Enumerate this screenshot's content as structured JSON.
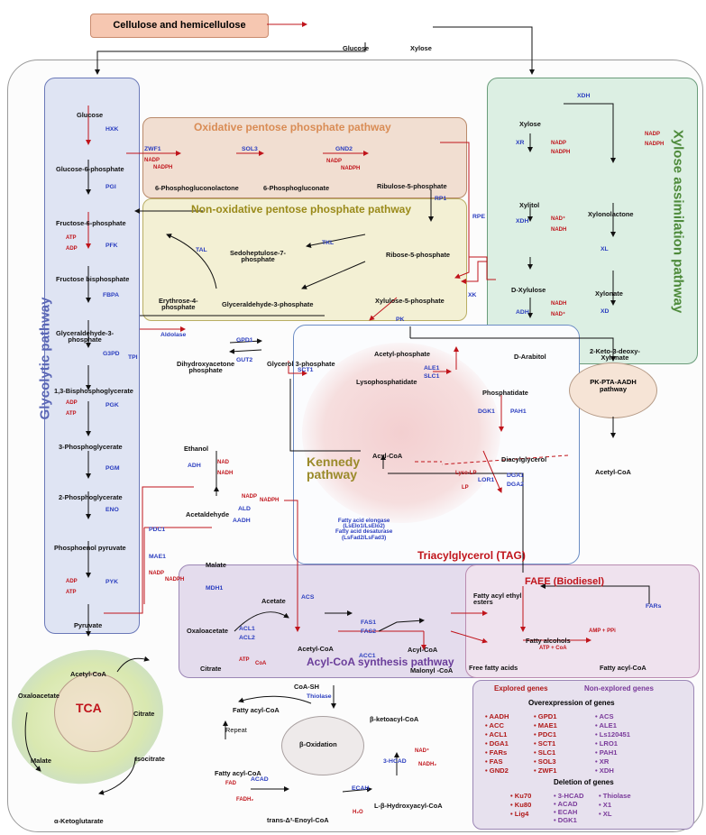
{
  "source_box": {
    "label": "Cellulose and hemicellulose"
  },
  "top": {
    "glucose": "Glucose",
    "xylose": "Xylose"
  },
  "pathways": {
    "glycolytic": "Glycolytic pathway",
    "ox_ppp": "Oxidative pentose phosphate pathway",
    "nonox_ppp": "Non-oxidative pentose phosphate pathway",
    "xylose": "Xylose assimilation pathway",
    "kennedy": "Kennedy\npathway",
    "tag": "Triacylglycerol (TAG)",
    "acoa": "Acyl-CoA synthesis pathway",
    "faee": "FAEE (Biodiesel)",
    "pk": "PK-PTA-AADH\npathway",
    "tca": "TCA",
    "beta": "β-Oxidation"
  },
  "glycolysis": {
    "metabolites": [
      "Glucose",
      "Glucose-6-phosphate",
      "Fructose-6-phosphate",
      "Fructose bisphosphate",
      "Glyceraldehyde-3-\nphosphate",
      "1,3-Bisphosphoglycerate",
      "3-Phosphoglycerate",
      "2-Phosphoglycerate",
      "Phosphoenol pyruvate",
      "Pyruvate",
      "Acetyl-CoA"
    ],
    "enzymes": [
      "HXK",
      "PGI",
      "PFK",
      "FBPA",
      "G3PD",
      "PGK",
      "PGM",
      "ENO",
      "PYK",
      "TPI"
    ]
  },
  "ox_ppp": {
    "metabolites": [
      "6-Phosphogluconolactone",
      "6-Phosphogluconate",
      "Ribulose-5-phosphate"
    ],
    "enzymes": [
      "ZWF1",
      "SOL3",
      "GND2",
      "RPE",
      "RP1"
    ]
  },
  "nonox_ppp": {
    "metabolites": [
      "Sedoheptulose-7-\nphosphate",
      "Ribose-5-phosphate",
      "Erythrose-4-\nphosphate",
      "Glyceraldehyde-3-phosphate",
      "Xylulose-5-phosphate"
    ],
    "enzymes": [
      "TAL",
      "TKL",
      "XK",
      "PK"
    ]
  },
  "xylose_path": {
    "metabolites": [
      "Xylose",
      "Xylitol",
      "Xylonolactone",
      "D-Xylulose",
      "Xylonate",
      "D-Arabitol",
      "2-Keto-3-deoxy-\nXylonate"
    ],
    "enzymes": [
      "XDH",
      "XR",
      "XDH",
      "XL",
      "ADH",
      "XD"
    ]
  },
  "cofactors": {
    "nadp": "NADP",
    "nadph": "NADPH",
    "nad": "NAD⁺",
    "nadh": "NADH",
    "nad_plain": "NAD",
    "atp": "ATP",
    "adp": "ADP",
    "coa": "CoA",
    "fad": "FAD",
    "fadh2": "FADH₂",
    "h2o": "H₂O",
    "nadh2": "NADH₂",
    "amp_ppi": "AMP + PPi",
    "atp_coa": "ATP + CoA",
    "lyso_lp": "Lyso-LP",
    "lp": "LP"
  },
  "middle": {
    "dhap": "Dihydroxyacetone\nphosphate",
    "g3p": "Glycerol 3-phosphate",
    "gpd1": "GPD1",
    "gut2": "GUT2",
    "aldolase": "Aldolase",
    "acetyl_phosphate": "Acetyl-phosphate",
    "ethanol": "Ethanol",
    "acetaldehyde": "Acetaldehyde",
    "malate": "Malate",
    "adh": "ADH",
    "ald": "ALD",
    "aadh": "AADH",
    "pdc1": "PDC1",
    "mae1": "MAE1",
    "mdh1": "MDH1"
  },
  "kennedy_box": {
    "lysophosphatidate": "Lysophosphatidate",
    "phosphatidate": "Phosphatidate",
    "acyl_coa": "Acyl-CoA",
    "diacylglycerol": "Diacylglycerol",
    "sct1": "SCT1",
    "ale1": "ALE1",
    "slc1": "SLC1",
    "dgk1": "DGK1",
    "pah1": "PAH1",
    "lor1": "LOR1",
    "dga1": "DGA1",
    "dga2": "DGA2",
    "elongase": "Fatty acid elongase\n(LsElo1/LsElo2)\nFatty acid desaturase\n(LsFad2/LsFad3)"
  },
  "pk_side": {
    "acetyl_coa": "Acetyl-CoA"
  },
  "acoa_box": {
    "oxaloacetate": "Oxaloacetate",
    "citrate": "Citrate",
    "acetate": "Acetate",
    "acetyl_coa": "Acetyl-CoA",
    "acyl_coa": "Acyl-CoA",
    "malonyl_coa": "Malonyl -CoA",
    "acs": "ACS",
    "acl1": "ACL1",
    "acl2": "ACL2",
    "fas1": "FAS1",
    "fas2": "FAS2",
    "acc1": "ACC1",
    "coa_sh": "CoA-SH"
  },
  "faee_box": {
    "esters": "Fatty acyl ethyl\nesters",
    "alcohols": "Fatty alcohols",
    "ffa": "Free fatty acids",
    "facoa": "Fatty acyl-CoA",
    "fars": "FARs"
  },
  "tca_area": {
    "oxaloacetate": "Oxaloacetate",
    "citrate": "Citrate",
    "isocitrate": "Isocitrate",
    "malate": "Malate",
    "akg": "α-Ketoglutarate"
  },
  "beta_ox": {
    "thiolase": "Thiolase",
    "repeat": "Repeat",
    "facoa1": "Fatty acyl-CoA",
    "facoa2": "Fatty acyl-CoA",
    "bketo": "β-ketoacyl-CoA",
    "trans": "trans-Δ²-Enoyl-CoA",
    "lhydroxy": "L-β-Hydroxyacyl-CoA",
    "hcad": "3-HCAD",
    "acad": "ACAD",
    "ecah": "ECAH"
  },
  "legend": {
    "explored_title": "Explored genes",
    "nonexplored_title": "Non-explored genes",
    "over_title": "Overexpression of genes",
    "over_col1": [
      "AADH",
      "ACC",
      "ACL1",
      "DGA1",
      "FARs",
      "FAS",
      "GND2"
    ],
    "over_col2": [
      "GPD1",
      "MAE1",
      "PDC1",
      "SCT1",
      "SLC1",
      "SOL3",
      "ZWF1"
    ],
    "over_col3": [
      "ACS",
      "ALE1",
      "Ls120451",
      "LRO1",
      "PAH1",
      "XR",
      "XDH"
    ],
    "del_title": "Deletion of genes",
    "del_col1": [
      "Ku70",
      "Ku80",
      "Lig4"
    ],
    "del_col2": [
      "3-HCAD",
      "ACAD",
      "ECAH",
      "DGK1"
    ],
    "del_col3": [
      "Thiolase",
      "X1",
      "XL"
    ]
  },
  "colors": {
    "enzyme": "#2a3dbf",
    "cofactor": "#c0141b",
    "explored": "#b01818",
    "nonexplored": "#7a3a9a"
  }
}
